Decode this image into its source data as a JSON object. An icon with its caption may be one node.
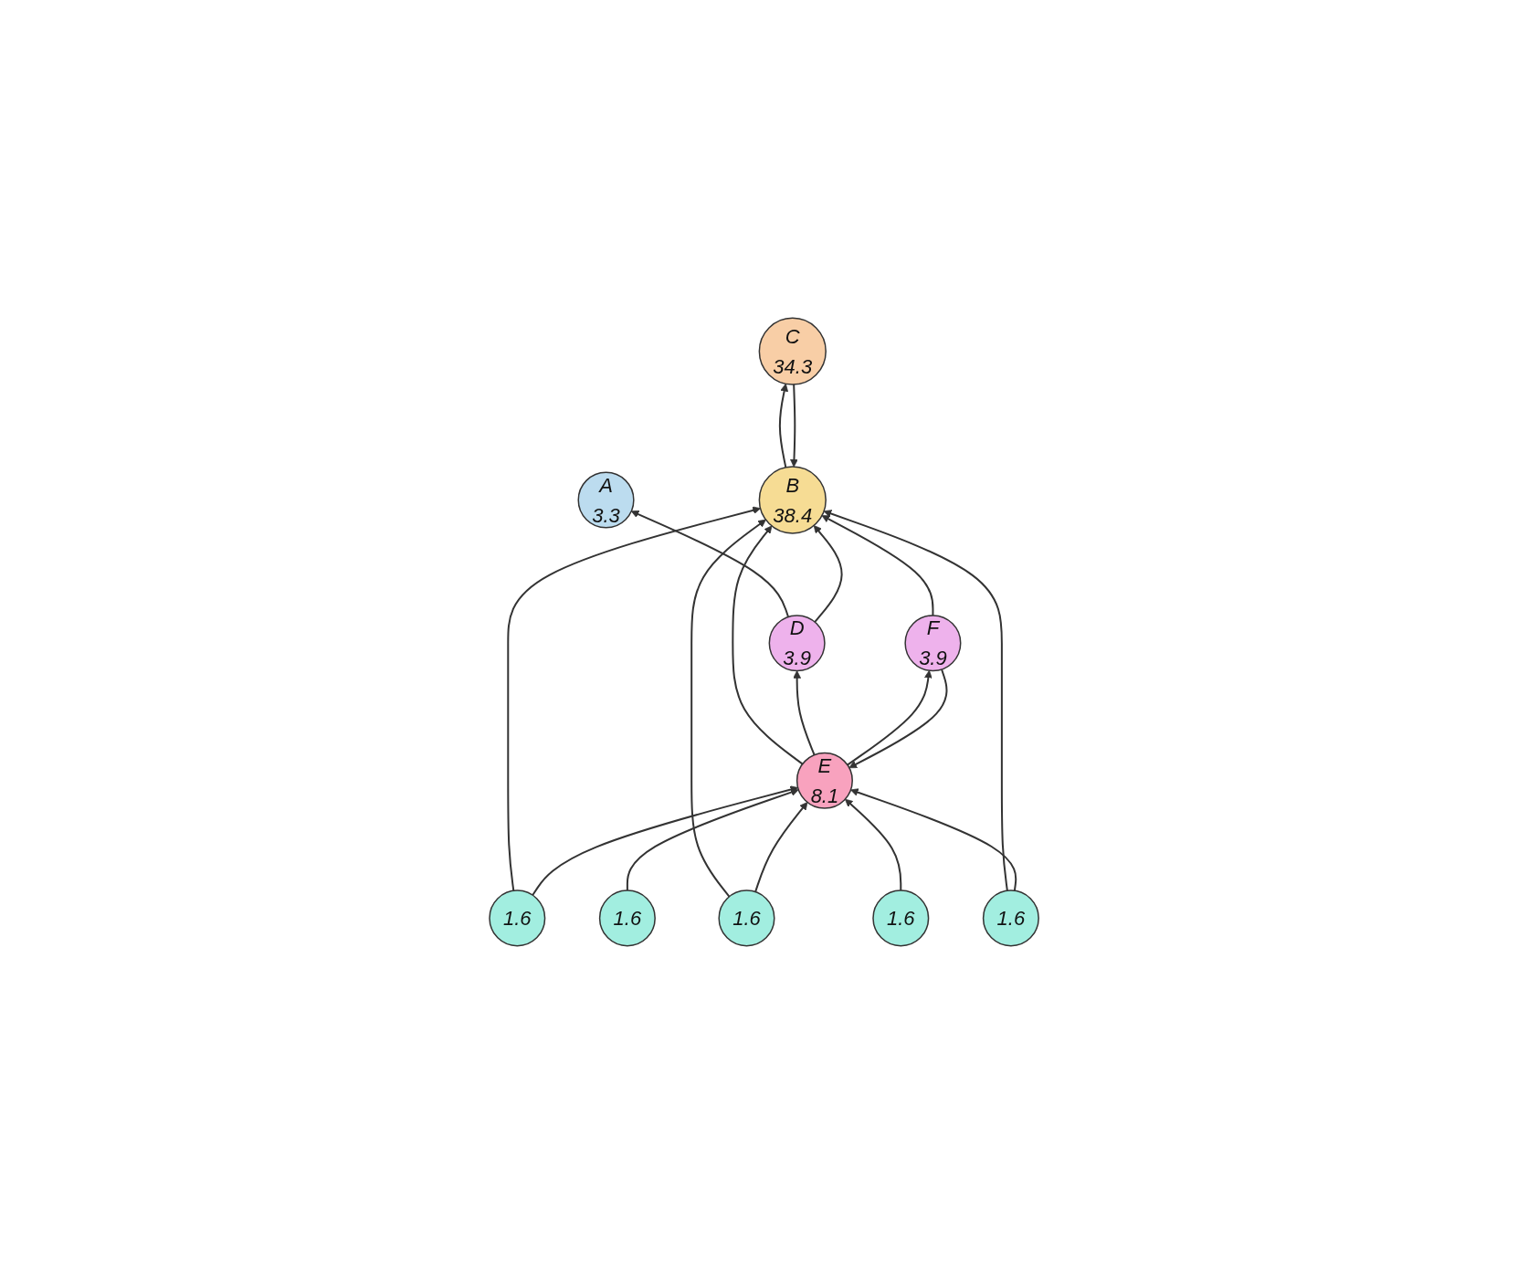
{
  "diagram": {
    "nodes": [
      {
        "text": [
          "A",
          "3.3"
        ]
      },
      {
        "text": [
          "B",
          "38.4"
        ]
      },
      {
        "text": [
          "C",
          "34.3"
        ]
      },
      {
        "text": [
          "D",
          "3.9"
        ]
      },
      {
        "text": [
          "E",
          "8.1"
        ]
      },
      {
        "text": [
          "F",
          "3.9"
        ]
      },
      {
        "text": [
          "1.6"
        ]
      },
      {
        "text": [
          "1.6"
        ]
      },
      {
        "text": [
          "1.6"
        ]
      },
      {
        "text": [
          "1.6"
        ]
      },
      {
        "text": [
          "1.6"
        ]
      }
    ],
    "edges": [
      {
        "from": 1,
        "to": 2,
        "arrow": "to"
      },
      {
        "from": 2,
        "to": 1,
        "arrow": "to"
      },
      {
        "from": 3,
        "to": 0,
        "arrow": "to"
      },
      {
        "from": 3,
        "to": 1,
        "arrow": "to"
      },
      {
        "from": 4,
        "to": 1,
        "arrow": "to"
      },
      {
        "from": 4,
        "to": 3,
        "arrow": "to"
      },
      {
        "from": 4,
        "to": 5,
        "arrow": "to"
      },
      {
        "from": 5,
        "to": 4,
        "arrow": "to"
      },
      {
        "from": 5,
        "to": 1,
        "arrow": "to"
      },
      {
        "from": 6,
        "to": 1,
        "arrow": "to"
      },
      {
        "from": 6,
        "to": 4,
        "arrow": "to"
      },
      {
        "from": 7,
        "to": 1,
        "arrow": "to"
      },
      {
        "from": 7,
        "to": 4,
        "arrow": "to"
      },
      {
        "from": 8,
        "to": 1,
        "arrow": "to"
      },
      {
        "from": 8,
        "to": 4,
        "arrow": "to"
      },
      {
        "from": 9,
        "to": 4,
        "arrow": "to"
      },
      {
        "from": 10,
        "to": 4,
        "arrow": "to"
      }
    ]
  }
}
